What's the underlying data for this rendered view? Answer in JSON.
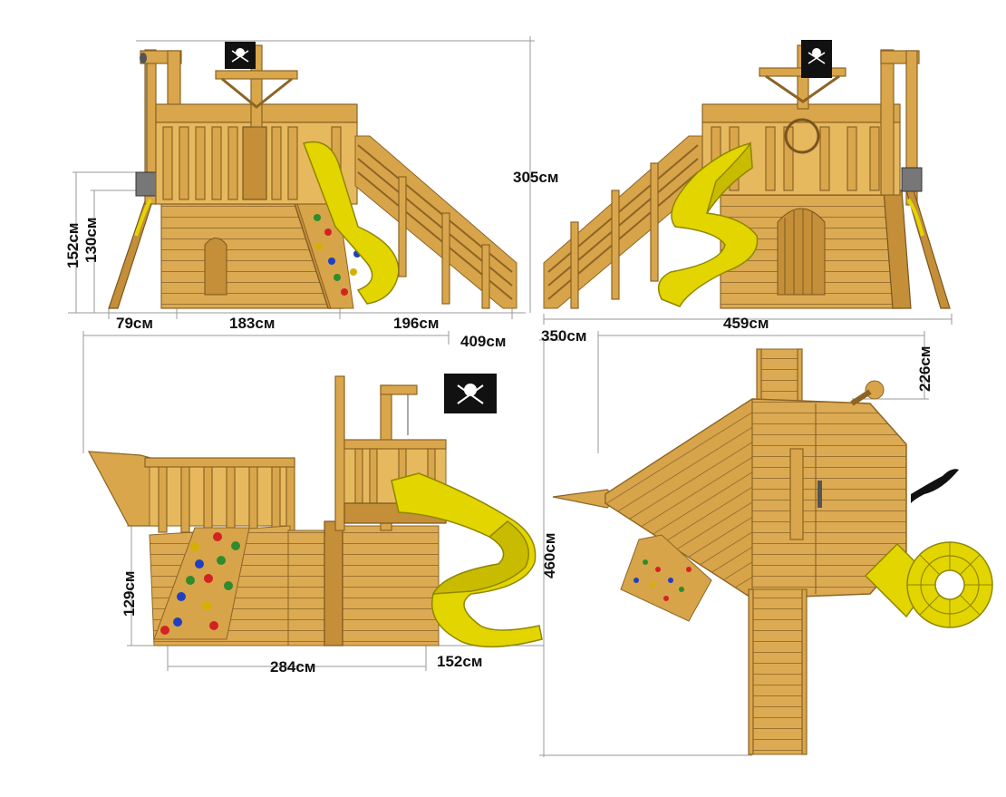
{
  "dimensions": {
    "front_overall_height": "305см",
    "front_deck_height_outer": "152см",
    "front_deck_height_inner": "130см",
    "front_swing_width": "79см",
    "front_tower_width": "183см",
    "front_ramp_length": "196см",
    "front_total_length": "409см",
    "back_total_length": "459см",
    "side_length_top": "350см",
    "side_deck_height": "129см",
    "side_base_length": "284см",
    "side_slide_length": "152см",
    "top_width": "226см",
    "top_length": "460см"
  },
  "colors": {
    "wood": "#d9a64c",
    "wood_dark": "#c48f38",
    "slide": "#e3d500",
    "flag": "#111111"
  },
  "icons": {
    "flag_front": "pirate-flag-icon",
    "flag_back": "pirate-flag-icon",
    "flag_side": "pirate-flag-icon"
  }
}
